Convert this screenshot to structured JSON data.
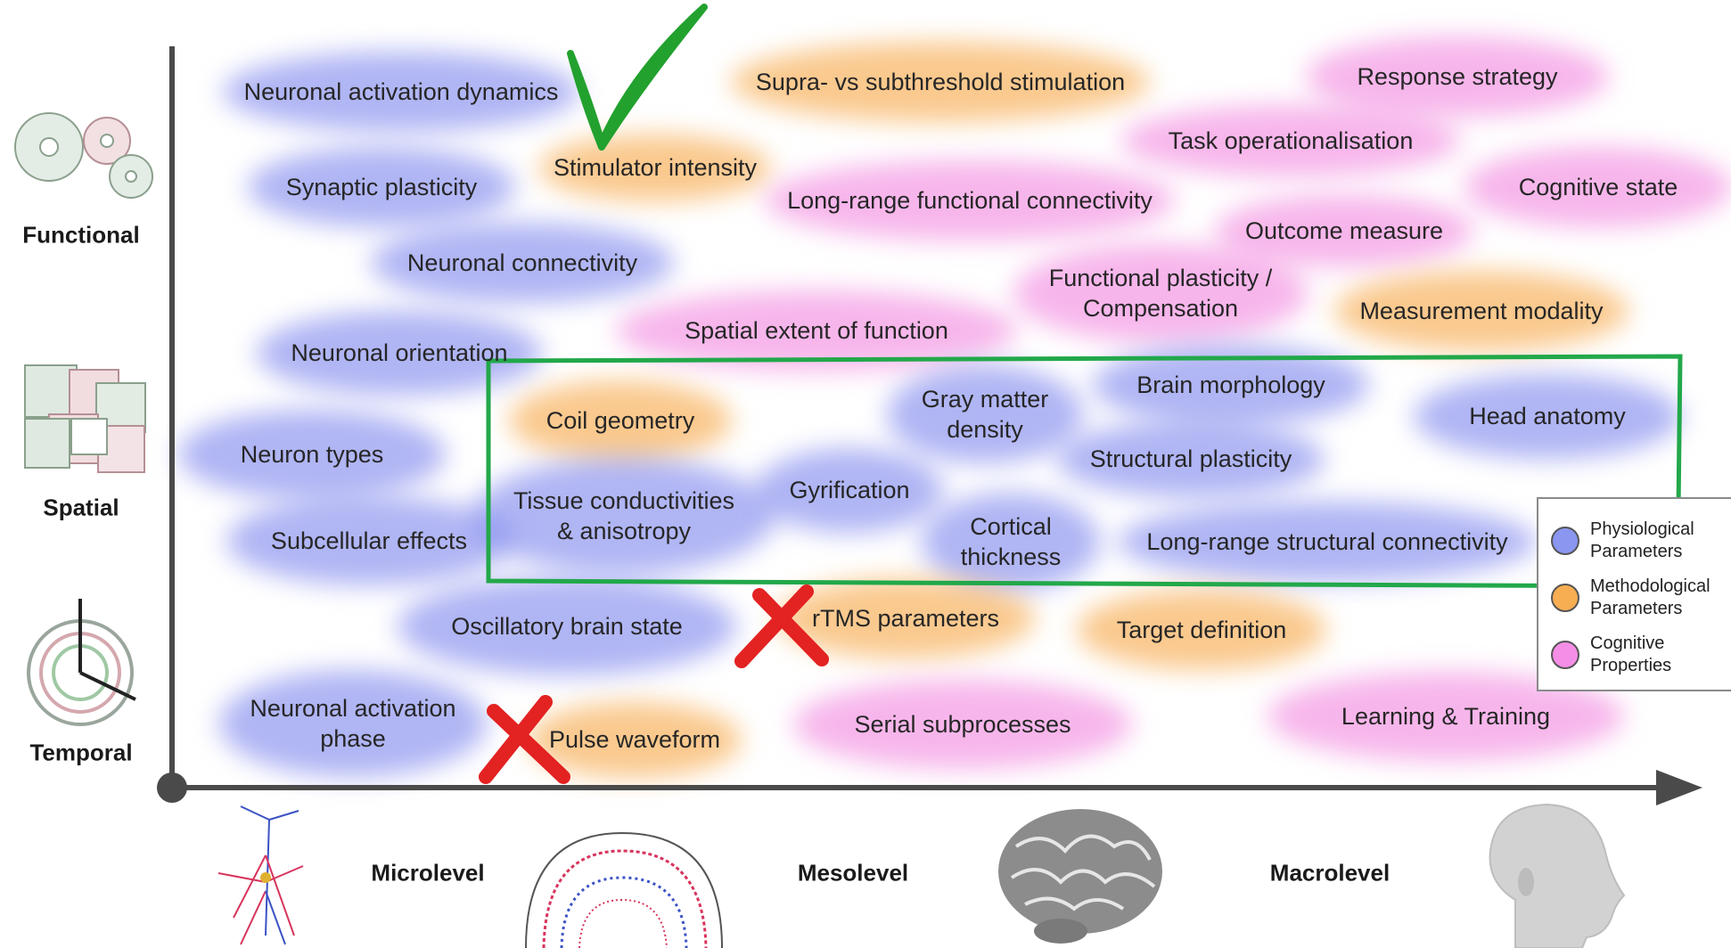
{
  "legend": {
    "physiological": "Physiological\nParameters",
    "methodological": "Methodological\nParameters",
    "cognitive": "Cognitive\nProperties"
  },
  "axes": {
    "functional": "Functional",
    "spatial": "Spatial",
    "temporal": "Temporal",
    "microlevel": "Microlevel",
    "mesolevel": "Mesolevel",
    "macrolevel": "Macrolevel"
  },
  "colors": {
    "physiological": "#7078eb",
    "methodological": "#f7a848",
    "cognitive": "#f06ed7",
    "highlight_box": "#22a84a",
    "check": "#22a12e",
    "cross": "#e32222"
  },
  "icons": [
    "gears-icon",
    "cubes-icon",
    "clock-icon",
    "neuron-icon",
    "cortex-column-icon",
    "brain-icon",
    "head-icon",
    "checkmark-icon",
    "cross-icon"
  ],
  "parameters": [
    {
      "text": "Neuronal activation dynamics",
      "category": "physiological"
    },
    {
      "text": "Supra- vs subthreshold stimulation",
      "category": "methodological"
    },
    {
      "text": "Response strategy",
      "category": "cognitive"
    },
    {
      "text": "Stimulator intensity",
      "category": "methodological"
    },
    {
      "text": "Task operationalisation",
      "category": "cognitive"
    },
    {
      "text": "Synaptic plasticity",
      "category": "physiological"
    },
    {
      "text": "Long-range functional connectivity",
      "category": "cognitive"
    },
    {
      "text": "Cognitive state",
      "category": "cognitive"
    },
    {
      "text": "Outcome measure",
      "category": "cognitive"
    },
    {
      "text": "Neuronal connectivity",
      "category": "physiological"
    },
    {
      "text": "Functional plasticity /\nCompensation",
      "category": "cognitive"
    },
    {
      "text": "Measurement modality",
      "category": "methodological"
    },
    {
      "text": "Spatial extent of function",
      "category": "cognitive"
    },
    {
      "text": "Neuronal orientation",
      "category": "physiological"
    },
    {
      "text": "Coil geometry",
      "category": "methodological"
    },
    {
      "text": "Gray matter\ndensity",
      "category": "physiological"
    },
    {
      "text": "Brain morphology",
      "category": "physiological"
    },
    {
      "text": "Head anatomy",
      "category": "physiological"
    },
    {
      "text": "Neuron types",
      "category": "physiological"
    },
    {
      "text": "Structural plasticity",
      "category": "physiological"
    },
    {
      "text": "Gyrification",
      "category": "physiological"
    },
    {
      "text": "Tissue conductivities\n& anisotropy",
      "category": "physiological"
    },
    {
      "text": "Subcellular effects",
      "category": "physiological"
    },
    {
      "text": "Cortical\nthickness",
      "category": "physiological"
    },
    {
      "text": "Long-range structural connectivity",
      "category": "physiological"
    },
    {
      "text": "Oscillatory brain state",
      "category": "physiological"
    },
    {
      "text": "rTMS parameters",
      "category": "methodological"
    },
    {
      "text": "Target definition",
      "category": "methodological"
    },
    {
      "text": "Neuronal activation\nphase",
      "category": "physiological"
    },
    {
      "text": "Pulse waveform",
      "category": "methodological"
    },
    {
      "text": "Serial subprocesses",
      "category": "cognitive"
    },
    {
      "text": "Learning & Training",
      "category": "cognitive"
    }
  ]
}
